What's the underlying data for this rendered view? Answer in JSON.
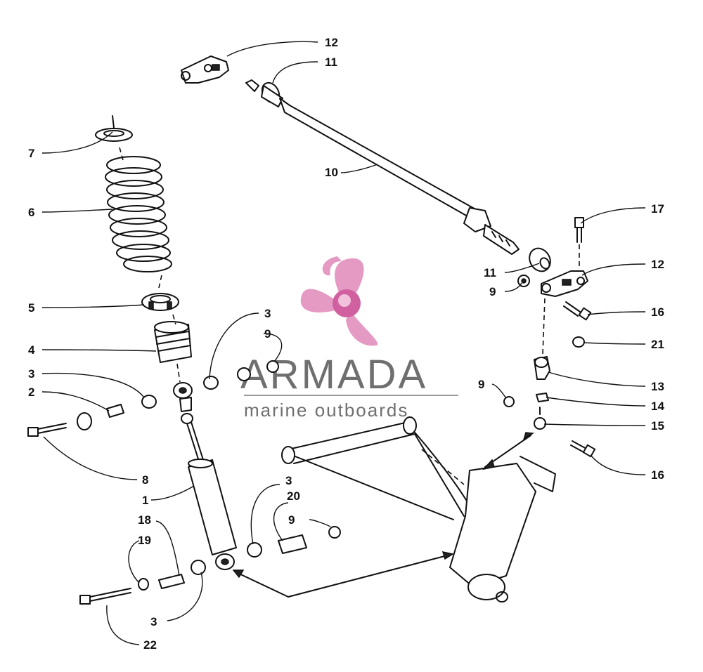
{
  "watermark": {
    "brand": "ARMADA",
    "tagline": "marine outboards",
    "logo_color": "#e59ac3",
    "text_color": "#6f6f6f"
  },
  "labels": {
    "p1": "1",
    "p2": "2",
    "p3a": "3",
    "p3b": "3",
    "p3c": "3",
    "p3d": "3",
    "p4": "4",
    "p5": "5",
    "p6": "6",
    "p7": "7",
    "p8": "8",
    "p9a": "9",
    "p9b": "9",
    "p9c": "9",
    "p9d": "9",
    "p10": "10",
    "p11a": "11",
    "p11b": "11",
    "p12a": "12",
    "p12b": "12",
    "p13": "13",
    "p14": "14",
    "p15": "15",
    "p16a": "16",
    "p16b": "16",
    "p17": "17",
    "p18": "18",
    "p19": "19",
    "p20": "20",
    "p21": "21",
    "p22": "22"
  }
}
